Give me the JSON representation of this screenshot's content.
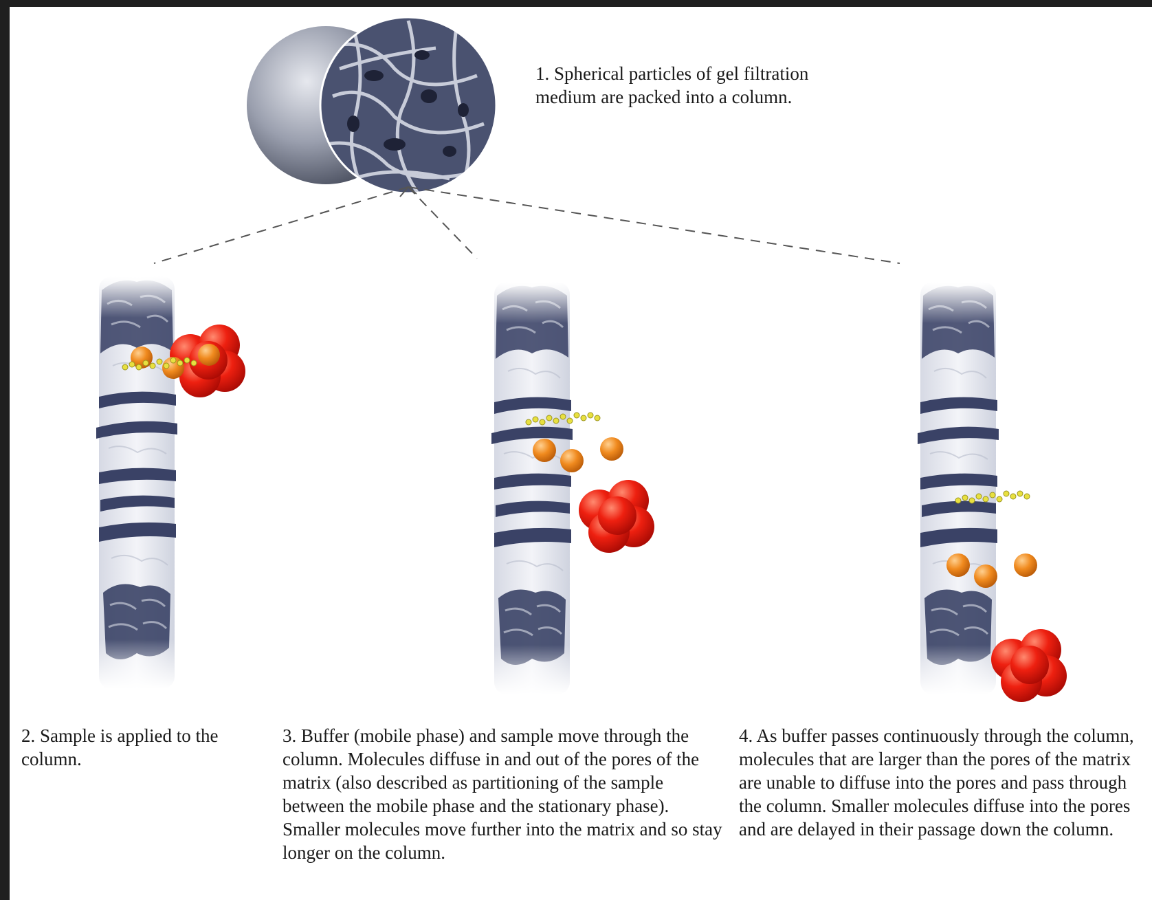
{
  "captions": {
    "step1": "1. Spherical particles of gel filtration medium are packed into a column.",
    "step2": "2. Sample is applied to the column.",
    "step3": "3. Buffer (mobile phase) and sample move through the column. Molecules diffuse in and out of the pores of the matrix (also described as partitioning of the sample between the mobile phase and the stationary phase). Smaller molecules move further into the matrix and so stay longer on the column.",
    "step4": "4. As buffer passes continuously through the column, molecules that are larger than the pores of the matrix are unable to diffuse into the pores and pass through the column. Smaller molecules diffuse into the pores and are delayed in their passage down the column."
  },
  "colors": {
    "background": "#ffffff",
    "frame": "#1f1f1f",
    "matrix": "#3a4266",
    "large_molecule": "#e01810",
    "medium_molecule": "#f08a1e",
    "small_molecule": "#e8e040",
    "dashes": "#555555"
  },
  "icons": [
    "gel-bead-icon",
    "porous-matrix-icon",
    "column-section-icon",
    "large-molecule-icon",
    "medium-molecule-icon",
    "small-molecule-chain-icon"
  ]
}
